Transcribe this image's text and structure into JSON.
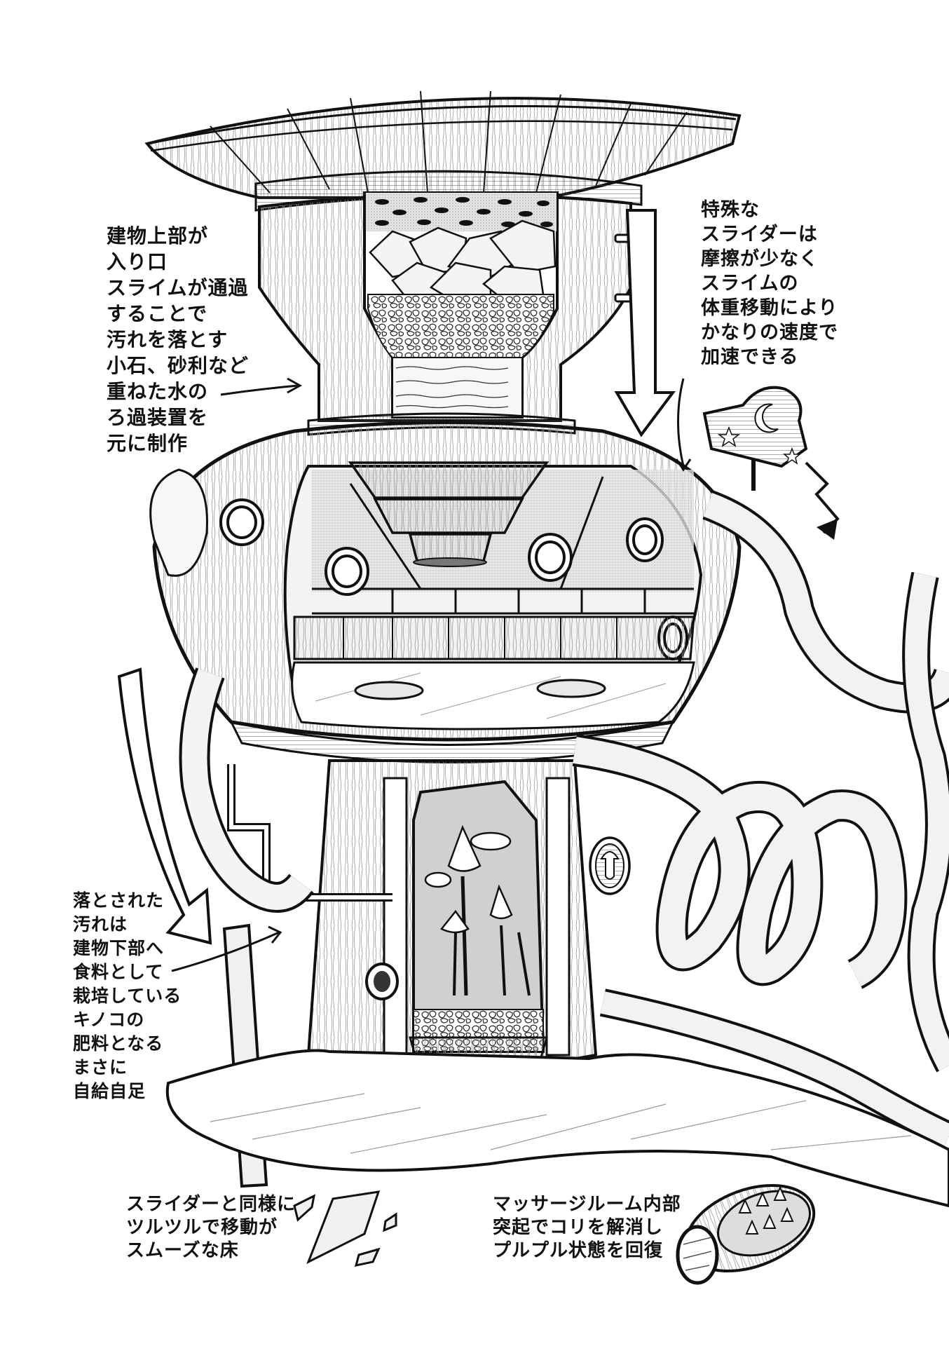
{
  "page": {
    "type": "manga illustration page",
    "subject": "slime bathhouse / facility cutaway diagram",
    "colors": {
      "ink": "#111111",
      "paper": "#ffffff",
      "screentone": "#d8d8d8",
      "wood_tone": "#eeeeee"
    }
  },
  "annotations": {
    "top_left": {
      "lines": [
        "建物上部が",
        "入り口",
        "スライムが通過",
        "することで",
        "汚れを落とす",
        "小石、砂利など",
        "重ねた水の",
        "ろ過装置を",
        "元に制作"
      ],
      "points_to": "filter chamber (stones and gravel)"
    },
    "top_right": {
      "lines": [
        "特殊な",
        "スライダーは",
        "摩擦が少なく",
        "スライムの",
        "体重移動により",
        "かなりの速度で",
        "加速できる"
      ],
      "points_to": "spiral slider tube"
    },
    "bottom_left": {
      "lines": [
        "落とされた",
        "汚れは",
        "建物下部へ",
        "食料として",
        "栽培している",
        "キノコの",
        "肥料となる",
        "まさに",
        "自給自足"
      ],
      "points_to": "mushroom garden in lower tower"
    },
    "floor": {
      "lines": [
        "スライダーと同様に",
        "ツルツルで移動が",
        "スムーズな床"
      ],
      "points_to": "slippery floor shards"
    },
    "massage": {
      "lines": [
        "マッサージルーム内部",
        "突起でコリを解消し",
        "プルプル状態を回復"
      ],
      "points_to": "massage room capsule"
    }
  },
  "illustration_parts": [
    {
      "name": "wooden-roof-disc",
      "label": "roof"
    },
    {
      "name": "filter-chamber",
      "label": "stones, gravel, sand layers"
    },
    {
      "name": "main-dome-room",
      "label": "central hall with funnel"
    },
    {
      "name": "lower-tower",
      "label": "mushroom cultivation room"
    },
    {
      "name": "slider-tubes",
      "label": "spiral slides"
    },
    {
      "name": "sign-moon-stars",
      "label": "crescent-and-stars sign"
    },
    {
      "name": "mushroom-emblem",
      "label": "mushroom plaque"
    },
    {
      "name": "floor-platform",
      "label": "slippery floor"
    },
    {
      "name": "floor-shards",
      "label": "floor pieces"
    },
    {
      "name": "massage-capsule",
      "label": "massage room with spikes"
    }
  ]
}
